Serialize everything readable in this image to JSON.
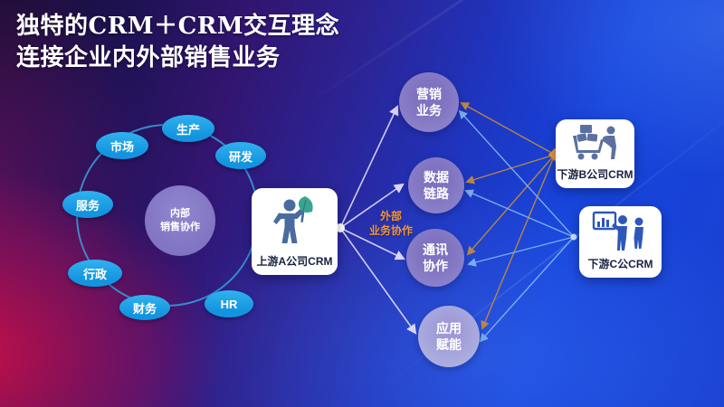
{
  "title": "独特的CRM＋CRM交互理念\n连接企业内外部销售业务",
  "ring": {
    "center": "内部\n销售协作",
    "nodes": [
      "市场",
      "生产",
      "研发",
      "服务",
      "行政",
      "财务",
      "HR"
    ]
  },
  "hub_a": {
    "label": "上游A公司CRM",
    "icon": "person-with-leaf-icon"
  },
  "external_label": "外部\n业务协作",
  "services": [
    "营销\n业务",
    "数据\n链路",
    "通讯\n协作",
    "应用\n赋能"
  ],
  "hub_b": {
    "label": "下游B公司CRM",
    "icon": "shopping-cart-person-icon"
  },
  "hub_c": {
    "label": "下游C公CRM",
    "icon": "presentation-persons-icon"
  },
  "colors": {
    "node_blue": "#1ea3e8",
    "service_purple": "#8678c2",
    "accent_orange": "#f2953a",
    "wire_gold": "#c18a3e",
    "wire_lightblue": "#7fb2ee",
    "wire_lavender": "#d9d4f4",
    "background_red": "#c0104a",
    "background_blue": "#1644dc",
    "leaf_teal": "#3aa593",
    "person_slate": "#4a6b9d",
    "icon_blue": "#2e57bb"
  }
}
